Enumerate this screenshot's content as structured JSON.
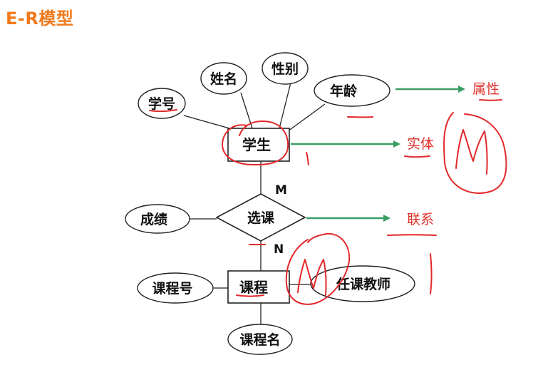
{
  "title": "E-R模型",
  "entities": {
    "student": "学生",
    "course": "课程"
  },
  "relationship": "选课",
  "cardinality": {
    "top": "M",
    "bottom": "N"
  },
  "attributes": {
    "xuehao": "学号",
    "xingming": "姓名",
    "xingbie": "性别",
    "nianling": "年龄",
    "chengji": "成绩",
    "kechenghao": "课程号",
    "renkejiaoshi": "任课教师",
    "kechengming": "课程名"
  },
  "legend": {
    "attribute": "属性",
    "entity": "实体",
    "relationship": "联系"
  },
  "handwriting": {
    "letter1": "M",
    "letter2": "M"
  },
  "colors": {
    "title": "#f07a1c",
    "arrow": "#3a9e63",
    "legend": "#e0302a",
    "ink": "#e3282a",
    "line": "#222222"
  }
}
